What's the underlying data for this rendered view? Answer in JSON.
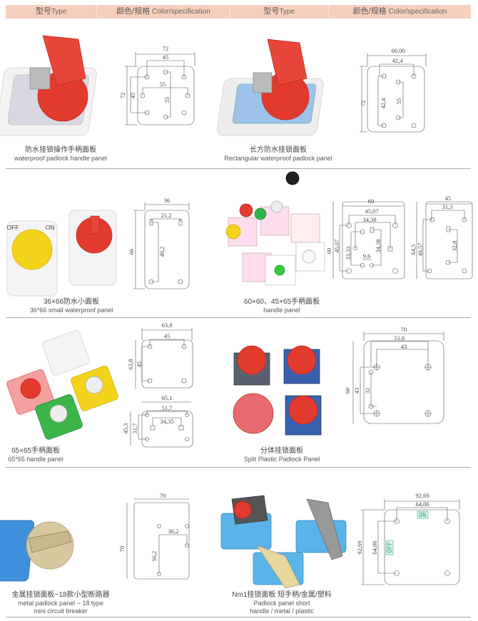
{
  "header": [
    {
      "zh": "型号",
      "en": "Type"
    },
    {
      "zh": "颜色/规格",
      "en": "Color/specification"
    },
    {
      "zh": "型号",
      "en": "Type"
    },
    {
      "zh": "颜色/规格",
      "en": "Color/specification"
    }
  ],
  "products": [
    {
      "zh": "防水挂锁操作手柄面板",
      "en": "waterproof padlock handle panel",
      "dims": {
        "width": "72",
        "hole_w": "45",
        "height": "72",
        "hole_h": "45",
        "mid_w": "55",
        "mid_h": "55"
      }
    },
    {
      "zh": "长方防水挂锁面板",
      "en": "Rectangular waterproof padlock panel",
      "dims": {
        "width": "60.00",
        "hole_w": "42,4",
        "height": "72",
        "hole_h": "42,4",
        "mid_h": "55"
      }
    },
    {
      "zh": "36×66防水小面板",
      "en": "36*66 small waterproof panel",
      "dims": {
        "width": "36",
        "hole_w": "21,2",
        "height": "66",
        "hole_h": "49,2"
      },
      "labels": {
        "off": "OFF",
        "on": "ON"
      }
    },
    {
      "zh": "60×60、45×65手柄面板",
      "en": "handle panel",
      "dims_a": {
        "width": "60",
        "hole_w": "45,07",
        "inner_w": "34,38",
        "height": "60",
        "hole_h": "45,07",
        "inner_h": "33,33",
        "inner_h2": "34,38",
        "small": "9,6"
      },
      "dims_b": {
        "width": "45",
        "hole_w": "31,3",
        "height": "64,5",
        "hole_h": "49,57",
        "inner_h": "32,8"
      }
    },
    {
      "zh": "65×65手柄面板",
      "en": "65*65 handle panel",
      "dims_a": {
        "width": "63,8",
        "hole_w": "45",
        "height": "63,8",
        "hole_h": "45"
      },
      "dims_b": {
        "width": "65,1",
        "hole_w": "51,7",
        "inner_w": "34,35",
        "height": "45,3",
        "hole_h": "31,7"
      }
    },
    {
      "zh": "分体挂锁面板",
      "en": "Split Plastic Padlock Panel",
      "dims": {
        "width": "70",
        "hole_w": "51,6",
        "inner_w": "43",
        "height": "60",
        "hole_h": "43",
        "inner_h": "32"
      }
    },
    {
      "zh": "金属挂锁面板−18款小型断路器",
      "en": "metal padlock panel − 18 type",
      "en2": "mini circuit breaker",
      "dims": {
        "width": "70",
        "height": "70",
        "hole_w": "36,2",
        "hole_h": "56,2"
      }
    },
    {
      "zh": "Nm1挂锁面板 短手柄/金属/塑料",
      "en": "Padlock panel short",
      "en2": "handle / metal / plastic",
      "dims": {
        "width": "92,69",
        "hole_w": "64,06",
        "height": "92,69",
        "hole_h": "64,06",
        "on": "ON",
        "off": "OFF"
      }
    }
  ]
}
